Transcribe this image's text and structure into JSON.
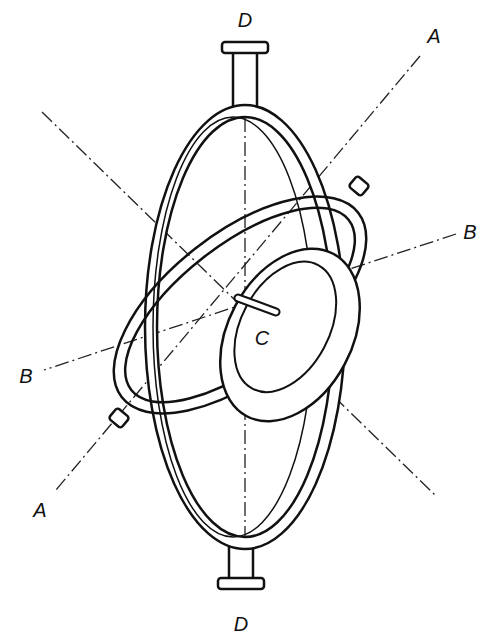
{
  "diagram": {
    "labels": [
      "D",
      "A",
      "B",
      "C",
      "B",
      "A",
      "D"
    ]
  }
}
